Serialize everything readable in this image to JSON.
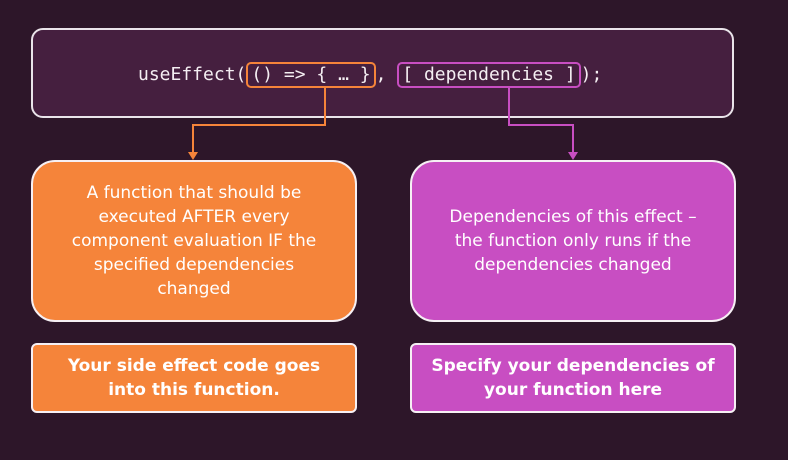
{
  "code": {
    "prefix": "useEffect(",
    "function_arg": "() => { … }",
    "separator": ", ",
    "dependencies_arg": "[ dependencies ]",
    "suffix": ");"
  },
  "cards": {
    "function_description": "A function that should be executed AFTER every component evaluation IF the specified dependencies changed",
    "dependencies_description": "Dependencies of this effect – the function only runs if the dependencies changed"
  },
  "notes": {
    "function_note": "Your side effect code goes into this function.",
    "dependencies_note": "Specify your dependencies of your function here"
  },
  "colors": {
    "background": "#2d1629",
    "code_box": "#451f3f",
    "orange": "#f5843a",
    "magenta": "#c84ec2"
  }
}
